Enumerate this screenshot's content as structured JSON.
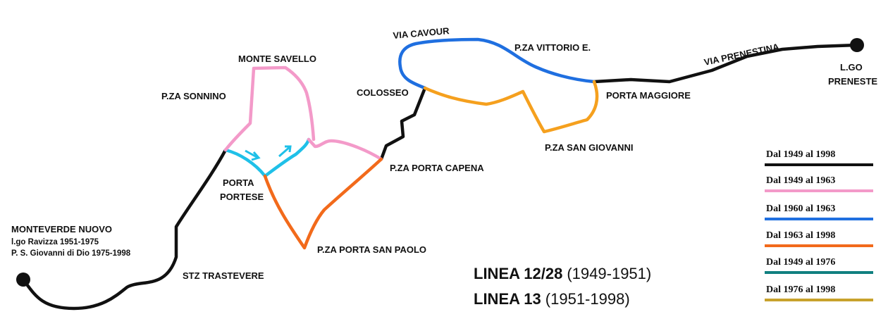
{
  "colors": {
    "black": "#111111",
    "pink": "#f39ac9",
    "blue": "#1f6fe0",
    "orange": "#f26a1b",
    "teal": "#108080",
    "gold": "#c8a22c",
    "amber": "#f5a01e",
    "cyan": "#1fc0e8"
  },
  "stops": {
    "monteverde": "MONTEVERDE NUOVO",
    "monteverde_sub1": "l.go Ravizza 1951-1975",
    "monteverde_sub2": "P. S. Giovanni di Dio 1975-1998",
    "stz_trastevere": "STZ TRASTEVERE",
    "porta_portese_1": "PORTA",
    "porta_portese_2": "PORTESE",
    "pza_sonnino": "P.ZA SONNINO",
    "monte_savello": "MONTE SAVELLO",
    "pza_porta_san_paolo": "P.ZA PORTA SAN PAOLO",
    "pza_porta_capena": "P.ZA PORTA CAPENA",
    "colosseo": "COLOSSEO",
    "via_cavour": "VIA CAVOUR",
    "pza_vittorio": "P.ZA  VITTORIO E.",
    "porta_maggiore": "PORTA MAGGIORE",
    "pza_san_giovanni": "P.ZA SAN GIOVANNI",
    "via_prenestina": "VIA PRENESTINA",
    "lgo_preneste_1": "L.GO",
    "lgo_preneste_2": "PRENESTE"
  },
  "legend": [
    {
      "label": "Dal 1949 al 1998",
      "color": "#111111"
    },
    {
      "label": "Dal 1949 al 1963",
      "color": "#f39ac9"
    },
    {
      "label": "Dal 1960 al 1963",
      "color": "#1f6fe0"
    },
    {
      "label": "Dal 1963 al 1998",
      "color": "#f26a1b"
    },
    {
      "label": "Dal 1949 al 1976",
      "color": "#108080"
    },
    {
      "label": "Dal 1976 al 1998",
      "color": "#c8a22c"
    }
  ],
  "lines": [
    {
      "name": "LINEA 12/28",
      "years": "(1949-1951)"
    },
    {
      "name": "LINEA 13",
      "years": "(1951-1998)"
    }
  ]
}
